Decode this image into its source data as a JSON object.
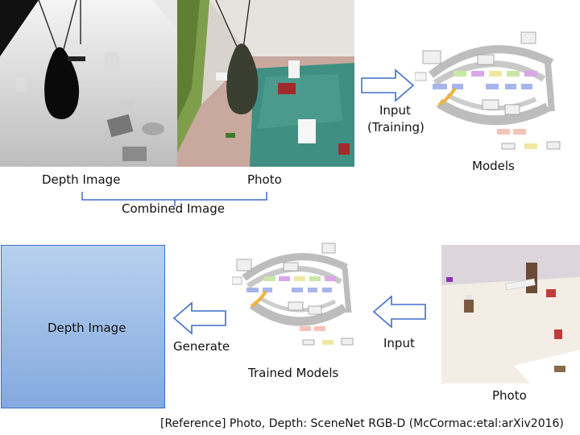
{
  "labels": {
    "depth_image": "Depth Image",
    "photo_top": "Photo",
    "combined_image": "Combined Image",
    "input_training_line1": "Input",
    "input_training_line2": "(Training)",
    "models": "Models",
    "depth_image_box": "Depth Image",
    "generate": "Generate",
    "trained_models": "Trained Models",
    "input": "Input",
    "photo_bottom": "Photo",
    "reference": "[Reference] Photo, Depth: SceneNet RGB-D (McCormac:etal:arXiv2016)"
  },
  "colors": {
    "arrow_stroke": "#3f6fc7",
    "depth_box_top": "#b7d0ee",
    "depth_box_bottom": "#84a9df",
    "depth_box_border": "#3f6fc7",
    "graph_gray": "#bdbdbd"
  }
}
